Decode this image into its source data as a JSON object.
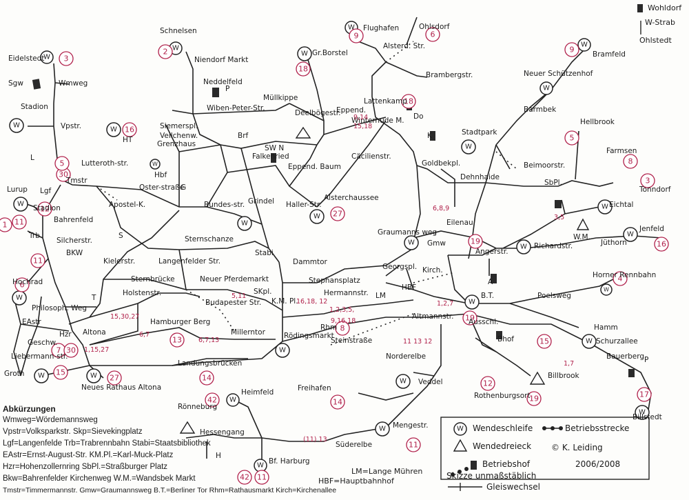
{
  "stations": {
    "eidelstedt": "Eidelstedt",
    "wmweg": "Wmweg",
    "sgw": "Sgw",
    "stadion": "Stadion",
    "vpstr": "Vpstr.",
    "schnelsen": "Schnelsen",
    "niendorf_markt": "Niendorf Markt",
    "nedderfeld": "Neddelfeld",
    "muellkippe": "Müllkippe",
    "wiben_peter_str": "Wiben-Peter-Str.",
    "siemerspl": "Siemerspl.",
    "veilchenw": "Veilchenw.",
    "brf": "Brf",
    "grenzhaus": "Grenzhaus",
    "gr_borstel": "Gr.Borstel",
    "flughafen": "Flughafen",
    "alsterd_str": "Alsterd. Str.",
    "ohlsdorf": "Ohlsdorf",
    "bramberg_str": "Brambergstr.",
    "lattenkamp": "Lattenkamp",
    "deelboge_str": "Deelbögestr.",
    "eppend": "Eppend.",
    "winterhude_m": "Winterhude M.",
    "do": "Do",
    "k": "K",
    "ht": "HT",
    "lutteroth_str": "Lutteroth-str.",
    "tmstr": "Tmstr",
    "lgf": "Lgf",
    "l_mark": "L",
    "lurup": "Lurup",
    "trb": "Trb",
    "stadion_trb": "Stadion",
    "bahrenfeld": "Bahrenfeld",
    "silcher_str": "Silcherstr.",
    "hbf_left": "Hbf",
    "oster_strasse": "Oster-straße",
    "apostel_k": "Apostel-K.",
    "s_mark": "S",
    "g_mark": "G",
    "falkenried": "Falkenried",
    "sw_n": "SW N",
    "eppend_baum": "Eppend. Baum",
    "cäcilienstr": "Cäcilienstr.",
    "goldbekpl": "Goldbekpl.",
    "stadtpark": "Stadtpark",
    "dehnhaide": "Dehnhaide",
    "barmbek": "Barmbek",
    "neuer_schuetzenhof": "Neuer Schützenhof",
    "bramfeld": "Bramfeld",
    "hellbrook": "Hellbrook",
    "farmsen": "Farmsen",
    "beimoorstr": "Beimoorstr.",
    "sbpl": "SbPl.",
    "tonndorf": "Tonndorf",
    "eichtal": "Eichtal",
    "jenfeld": "Jenfeld",
    "juethorn": "Jüthorn",
    "wm": "W.M.",
    "richardstr": "Richardstr.",
    "bundesstr": "Bundes-str.",
    "grindel": "Grindel",
    "hallerstr": "Haller-Str.",
    "alsterchaussee": "Alsterchaussee",
    "sternschanze": "Sternschanze",
    "stabi": "Stabi",
    "dammtor": "Dammtor",
    "stephansplatz": "Stephansplatz",
    "graumannsweg": "Graumanns weg",
    "gmw": "Gmw",
    "eilenau": "Eilenau",
    "angerstr": "Angerstr.",
    "a_mark": "A",
    "kirch": "Kirch.",
    "georgspl": "Georgspl.",
    "bahrenfeld_kirch": "BKW",
    "kielerstr": "Kielerstr.",
    "langenfelder_str": "Langenfelder Str.",
    "neuer_pferdemarkt": "Neuer Pferdemarkt",
    "skpl": "SKpl.",
    "km_pl": "K.M. Pl.",
    "hermannstr": "Hermannstr.",
    "lm": "LM",
    "hbf": "HBF",
    "bt": "B.T.",
    "poelsweg": "Poelsweg",
    "horner_rennbahn": "Horner Rennbahn",
    "hochrad": "Hochrad",
    "holstenstr": "Holstenstr.",
    "sternbruecke": "Sternbrücke",
    "budapester_str": "Budapester Str.",
    "hamburger_berg": "Hamburger Berg",
    "t_mark": "T",
    "altona": "Altona",
    "millerntor": "Millerntor",
    "roedingsmarkt": "Rödingsmarkt",
    "rhm": "Rhm",
    "steinstrasse": "Steinstraße",
    "altmannstr": "Altmannstr.",
    "ausschl": "Ausschl.",
    "bhof": "Bhof",
    "hamm": "Hamm",
    "schurzallee": "Schurzallee",
    "bauerberg": "Bauerberg",
    "p_right": "P",
    "billstedt": "Billstedt",
    "billbrook": "Billbrook",
    "rothenburgsort": "Rothenburgsort",
    "veddel": "Veddel",
    "norderelbe": "Norderelbe",
    "freihafen": "Freihafen",
    "mengestr": "Mengestr.",
    "suederelbe": "Süderelbe",
    "heimfeld": "Heimfeld",
    "roennenburg": "Rönneburg",
    "hessengang": "Hessengang",
    "h_mark": "H",
    "bf_harburg": "Bf. Harburg",
    "landungsbruecken": "Landungsbrücken",
    "neues_rathaus_altona": "Neues Rathaus Altona",
    "ebastr": "EAstr",
    "philosophenweg": "Philosoph. Weg",
    "hzr": "Hzr",
    "liebermann_str": "Liebermann-str.",
    "groth": "Groth",
    "geschw": "Geschw.",
    "p_top": "P",
    "hbf_lbl": "Hbf"
  },
  "line_numbers": {
    "n3a": "3",
    "n6": "6",
    "n2": "2",
    "n9": "9",
    "n18": "18",
    "n16": "16",
    "n12": "12",
    "n11": "11",
    "n30": "30",
    "n15": "15",
    "n5": "5",
    "n7": "7",
    "n13": "13",
    "n14": "14",
    "n42": "42",
    "n17": "17",
    "n19": "19",
    "n8": "8",
    "n27": "27",
    "n4": "4",
    "n1": "1"
  },
  "route_labels": {
    "r_1_15_27": "1,15,27",
    "r_15_30_27": "15,30,27",
    "r_6_7": "6,7",
    "r_6_7_13": "6,7,13",
    "r_5_11": "5,11",
    "r_16_18_12": "16,18, 12",
    "r_1_2_3": "1,2,3,5,",
    "r_9_16_18": "9,16,18",
    "r_1_2_7": "1,2,7",
    "r_11_13": "11 13 12",
    "r_6_8_9": "6,8,9",
    "r_9_14": "9,14",
    "r_15_18": "15,18",
    "r_3_5": "3,5",
    "r_1_7": "1,7",
    "r_11_13b": "(11) 13"
  },
  "legend": {
    "wendeschleife": "Wendeschleife",
    "wendedreieck": "Wendedreieck",
    "betriebsstrecke": "Betriebsstrecke",
    "betriebshof": "Betriebshof",
    "author": "© K. Leiding",
    "years": "2006/2008",
    "skizze": "Skizze unmaßstäblich",
    "gleiswechsel": "Gleiswechsel",
    "wohldorf": "Wohldorf",
    "w_strab": "W-Strab",
    "ohlstedt": "Ohlstedt",
    "lm_note": "LM=Lange Mühren",
    "hbf_note": "HBF=Hauptbahnhof"
  },
  "abbreviations": {
    "title": "Abkürzungen",
    "l1": "Wmweg=Wördemannsweg",
    "l2": "Vpstr=Volksparkstr. Skp=Sievekingplatz",
    "l3": "Lgf=Langenfelde  Trb=Trabrennbahn  Stabi=Staatsbibliothek",
    "l4": "EAstr=Ernst-August-Str.  KM.Pl.=Karl-Muck-Platz",
    "l5": "Hzr=Hohenzollernring  SbPl.=Straßburger Platz",
    "l6": "Bkw=Bahrenfelder Kirchenweg  W.M.=Wandsbek Markt",
    "l7": "Tmstr=Timmermannstr. Gmw=Graumannsweg  B.T.=Berliner Tor Rhm=Rathausmarkt  Kirch=Kirchenallee"
  },
  "colors": {
    "ink": "#1a1a1a",
    "line_number": "#b0204a",
    "depot": "#2a2a2a"
  }
}
